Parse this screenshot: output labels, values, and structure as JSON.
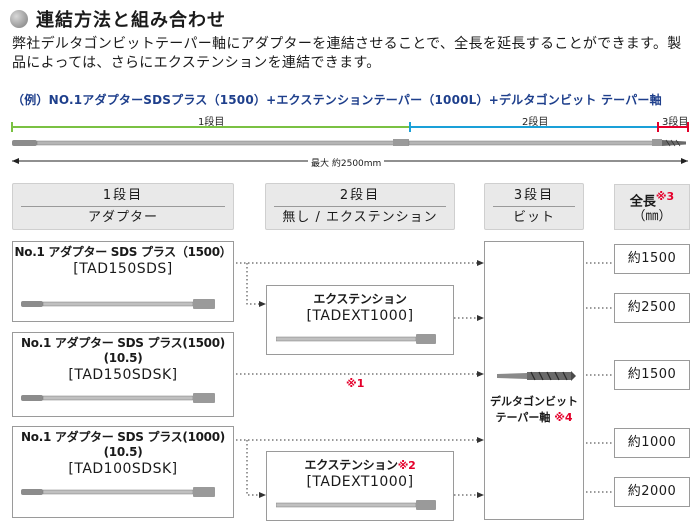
{
  "heading": "連結方法と組み合わせ",
  "description": "弊社デルタゴンビットテーパー軸にアダプターを連結させることで、全長を延長することができます。製品によっては、さらにエクステンションを連結できます。",
  "example": "（例）NO.1アダプターSDSプラス（1500）+エクステンションテーパー（1000L）+デルタゴンビット テーパー軸",
  "diagram": {
    "seg1": "1段目",
    "seg2": "2段目",
    "seg3": "3段目",
    "total": "最大 約2500mm",
    "colors": {
      "seg1": "#7ac143",
      "seg2": "#1aa0d8",
      "seg3": "#e4002b"
    }
  },
  "headers": {
    "col1": {
      "line1": "1段目",
      "line2": "アダプター"
    },
    "col2": {
      "line1": "2段目",
      "line2": "無し / エクステンション"
    },
    "col3": {
      "line1": "3段目",
      "line2": "ビット"
    },
    "col4": {
      "line1": "全長",
      "note": "※3",
      "line2": "（㎜）"
    }
  },
  "adapters": [
    {
      "name": "No.1 アダプター SDS プラス（1500）",
      "code": "[TAD150SDS]"
    },
    {
      "name": "No.1 アダプター SDS プラス(1500)(10.5)",
      "code": "[TAD150SDSK]"
    },
    {
      "name": "No.1 アダプター SDS プラス(1000)(10.5)",
      "code": "[TAD100SDSK]"
    }
  ],
  "extensions": [
    {
      "name": "エクステンション",
      "note": "",
      "code": "[TADEXT1000]"
    },
    {
      "name": "エクステンション",
      "note": "※2",
      "code": "[TADEXT1000]"
    }
  ],
  "note1": "※1",
  "bit": {
    "line1": "デルタゴンビット",
    "line2": "テーパー軸",
    "note": "※4"
  },
  "lengths": [
    "約1500",
    "約2500",
    "約1500",
    "約1000",
    "約2000"
  ]
}
